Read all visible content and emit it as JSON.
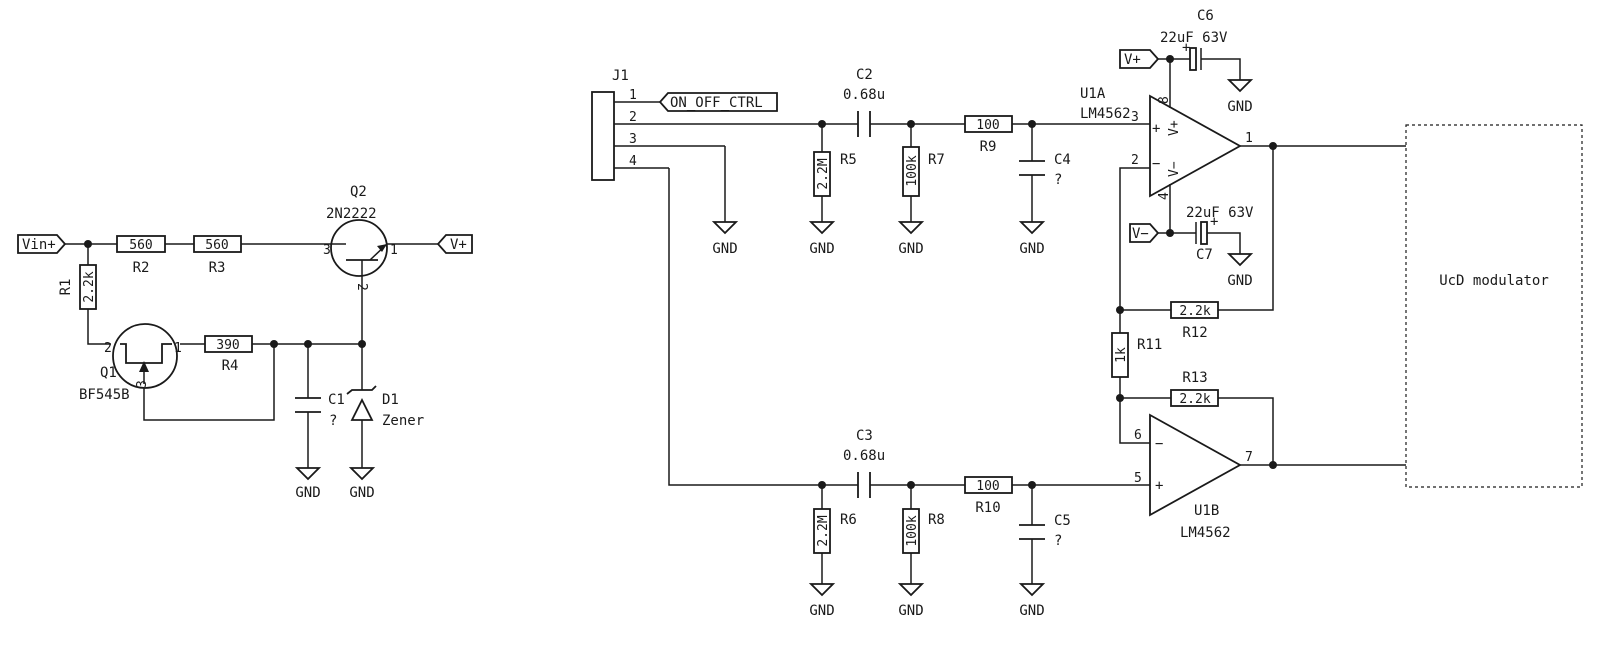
{
  "colors": {
    "ink": "#1a1a1a",
    "background": "#ffffff"
  },
  "nets": {
    "vin_plus": "Vin+",
    "v_plus": "V+",
    "v_minus": "V−",
    "gnd": "GND",
    "on_off_ctrl": "ON_OFF_CTRL"
  },
  "supply": {
    "r1": {
      "ref": "R1",
      "value": "2.2k"
    },
    "r2": {
      "ref": "R2",
      "value": "560"
    },
    "r3": {
      "ref": "R3",
      "value": "560"
    },
    "r4": {
      "ref": "R4",
      "value": "390"
    },
    "q1": {
      "ref": "Q1",
      "value": "BF545B",
      "pins": [
        "2",
        "1",
        "3"
      ]
    },
    "q2": {
      "ref": "Q2",
      "value": "2N2222",
      "pins": [
        "3",
        "1",
        "2"
      ]
    },
    "c1": {
      "ref": "C1",
      "value": "?"
    },
    "d1": {
      "ref": "D1",
      "value": "Zener"
    }
  },
  "connector": {
    "ref": "J1",
    "pins": [
      "1",
      "2",
      "3",
      "4"
    ]
  },
  "channel_a": {
    "c2": {
      "ref": "C2",
      "value": "0.68u"
    },
    "r5": {
      "ref": "R5",
      "value": "2.2M"
    },
    "r7": {
      "ref": "R7",
      "value": "100k"
    },
    "r9": {
      "ref": "R9",
      "value": "100"
    },
    "c4": {
      "ref": "C4",
      "value": "?"
    },
    "u1a": {
      "ref": "U1A",
      "value": "LM4562",
      "pins": {
        "in_plus": "3",
        "in_minus": "2",
        "out": "1",
        "vplus": "8",
        "vminus": "4"
      },
      "supply_plus": "V+",
      "supply_minus": "V−"
    },
    "c6": {
      "ref": "C6",
      "value": "22uF 63V"
    },
    "c7": {
      "ref": "C7",
      "value": "22uF 63V"
    },
    "r11": {
      "ref": "R11",
      "value": "1k"
    },
    "r12": {
      "ref": "R12",
      "value": "2.2k"
    }
  },
  "channel_b": {
    "c3": {
      "ref": "C3",
      "value": "0.68u"
    },
    "r6": {
      "ref": "R6",
      "value": "2.2M"
    },
    "r8": {
      "ref": "R8",
      "value": "100k"
    },
    "r10": {
      "ref": "R10",
      "value": "100"
    },
    "c5": {
      "ref": "C5",
      "value": "?"
    },
    "u1b": {
      "ref": "U1B",
      "value": "LM4562",
      "pins": {
        "in_plus": "5",
        "in_minus": "6",
        "out": "7"
      }
    },
    "r13": {
      "ref": "R13",
      "value": "2.2k"
    }
  },
  "modulator": {
    "label": "UcD modulator"
  }
}
